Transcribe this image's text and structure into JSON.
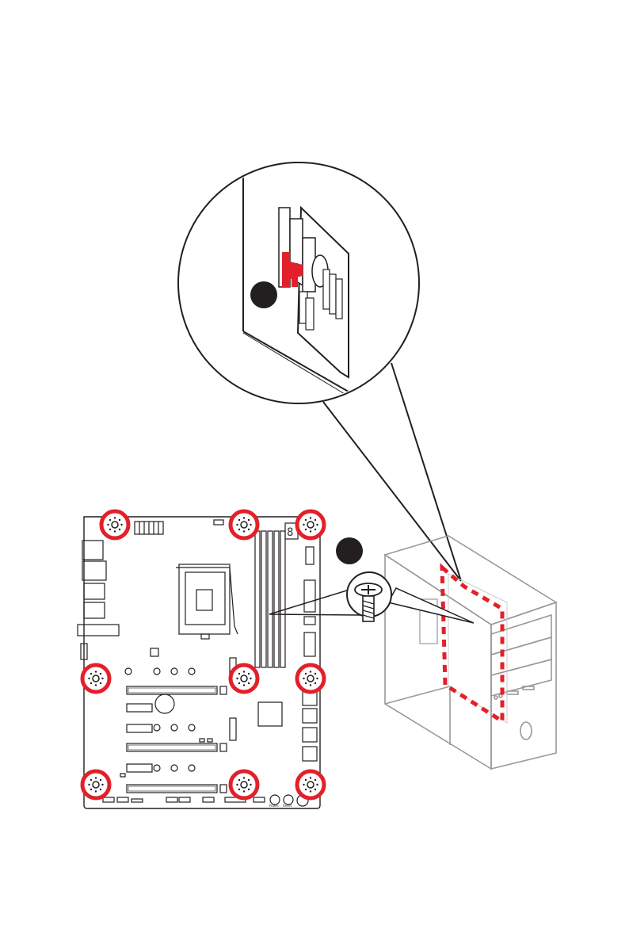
{
  "page": {
    "background": "#ffffff"
  },
  "colors": {
    "accent": "#e3202a",
    "line": "#231f20",
    "case_line": "#999999"
  },
  "callouts": [
    {
      "label": "",
      "target": "io-shield"
    },
    {
      "label": "",
      "target": "motherboard-screws"
    }
  ],
  "motherboard": {
    "debug_led": "8",
    "tiny_labels": [
      "Power",
      "Reset"
    ]
  },
  "mount_points": {
    "count": 9
  },
  "icons": [
    "magnifier-callout",
    "screw-icon",
    "pc-case",
    "motherboard",
    "standoff-marker-icon"
  ]
}
